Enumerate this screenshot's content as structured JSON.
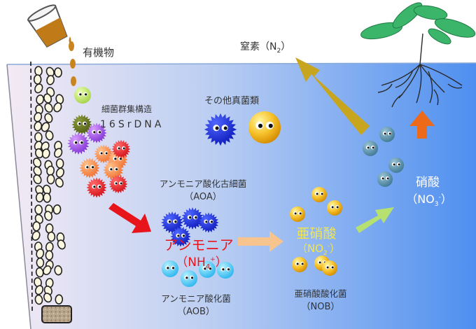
{
  "labels": {
    "organic_matter": "有機物",
    "nitrogen_gas": "窒素（N",
    "nitrogen_gas_sub": "2",
    "nitrogen_gas_close": "）",
    "community_line1": "細菌群集構造",
    "community_line2": "16SrDNA",
    "other_microbes": "その他真菌類",
    "aoa_line1": "アンモニア酸化古細菌",
    "aoa_line2": "（AOA）",
    "ammonia": "アンモニア",
    "ammonium_pre": "（NH",
    "ammonium_sub": "4",
    "ammonium_sup": "+",
    "ammonium_post": "）",
    "aob_line1": "アンモニア酸化菌",
    "aob_line2": "（AOB）",
    "nitrite": "亜硝酸",
    "nitrite_pre": "（NO",
    "nitrite_sub": "2",
    "nitrite_sup": "-",
    "nitrite_post": "）",
    "nob_line1": "亜硝酸酸化菌",
    "nob_line2": "（NOB）",
    "nitrate": "硝酸",
    "nitrate_pre": "（NO",
    "nitrate_sub": "3",
    "nitrate_sup": "-",
    "nitrate_post": "）"
  },
  "colors": {
    "ammonia": "#e8151b",
    "nitrite": "#f2e64a",
    "nitrate": "#ffffff",
    "arrow_red": "#e8141c",
    "arrow_peach": "#f6c48c",
    "arrow_green": "#b6e070",
    "arrow_gold": "#c8a51e",
    "arrow_orange": "#ec6a1a"
  },
  "icons": [
    "pouring-cup-icon",
    "plant-icon",
    "soil-sample-icon",
    "microbe-icon"
  ]
}
